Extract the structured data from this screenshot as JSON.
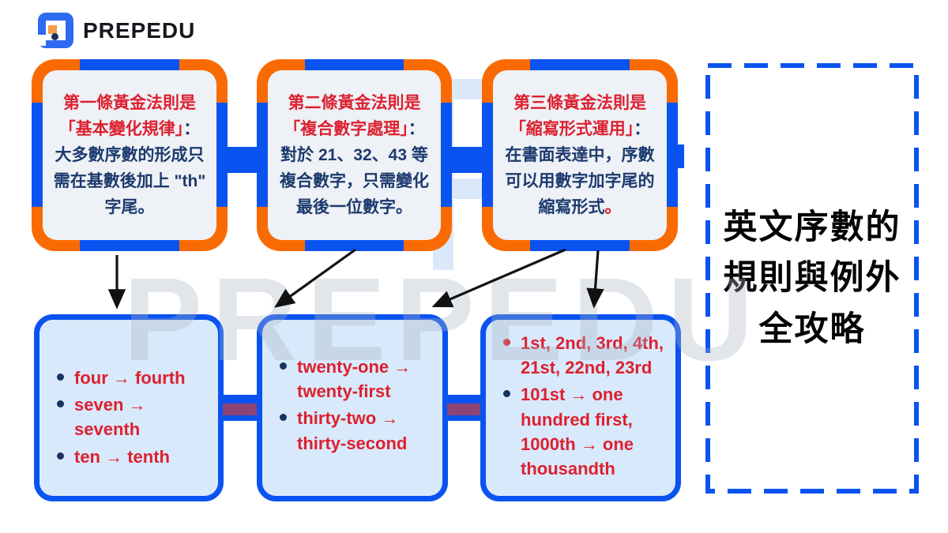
{
  "logo": {
    "brand": "PREPEDU"
  },
  "watermark": {
    "text": "PREPEDU"
  },
  "heading": {
    "lines": [
      "英文序數的",
      "規則與例外",
      "全攻略"
    ]
  },
  "rules": [
    {
      "lead": "第一條黃金法則是「基本變化規律」",
      "body": "：大多數序數的形成只需在基數後加上 \"th\" 字尾。",
      "tail": ""
    },
    {
      "lead": "第二條黃金法則是「複合數字處理」",
      "body": "：對於 21、32、43 等複合數字，只需變化最後一位數字。",
      "tail": ""
    },
    {
      "lead": "第三條黃金法則是「縮寫形式運用」",
      "body": "：在書面表達中，序數可以用數字加字尾的縮寫形式",
      "tail": "。"
    }
  ],
  "examples": [
    {
      "items": [
        "four → fourth",
        "seven → seventh",
        "ten → tenth"
      ]
    },
    {
      "items": [
        "twenty-one → twenty-first",
        "thirty-two → thirty-second"
      ]
    },
    {
      "items": [
        "1st, 2nd, 3rd, 4th, 21st, 22nd, 23rd",
        "101st → one hundred first, 1000th → one thousandth"
      ]
    }
  ],
  "colors": {
    "accent_blue": "#0a53f0",
    "accent_orange": "#f96b02",
    "text_red": "#dd202f",
    "text_navy": "#1c3a6e",
    "example_bg": "#d8e9fb",
    "rule_bg": "#eef1f5",
    "link_purple": "#8b4474",
    "watermark_gray": "#a9b4c2",
    "logo_blue": "#2e6bf0",
    "logo_orange": "#f79b4b"
  }
}
